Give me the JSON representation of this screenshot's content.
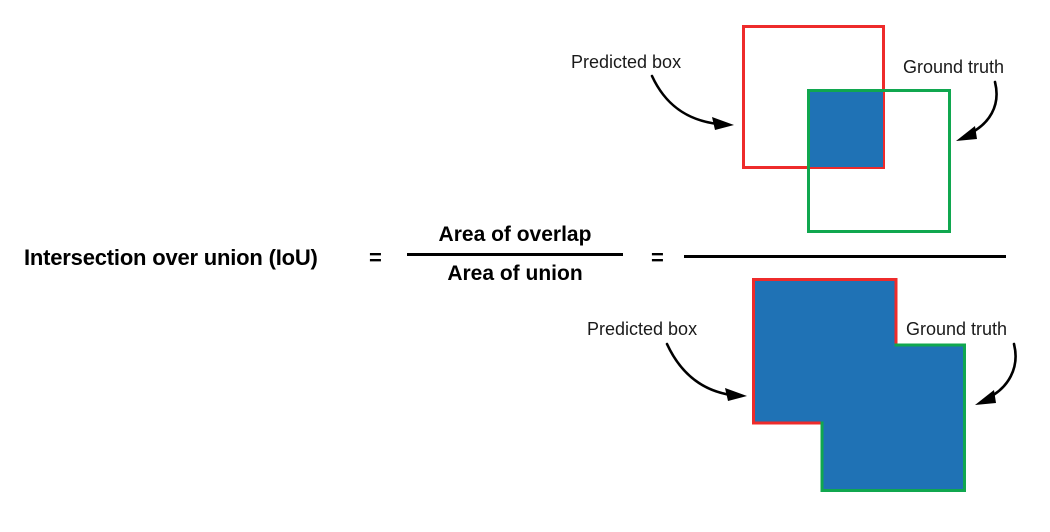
{
  "diagram": {
    "title_text": "Intersection over union (IoU)",
    "equals_1": "=",
    "equals_2": "=",
    "fraction": {
      "numerator": "Area of overlap",
      "denominator": "Area of union"
    },
    "labels": {
      "predicted_box_top": "Predicted box",
      "ground_truth_top": "Ground truth",
      "predicted_box_bottom": "Predicted box",
      "ground_truth_bottom": "Ground truth"
    },
    "colors": {
      "predicted_box_stroke": "#ee2b2b",
      "ground_truth_stroke": "#10a74f",
      "area_fill": "#1f72b5",
      "text": "#1a1a1a",
      "rule": "#000000",
      "background": "#ffffff"
    },
    "top_diagram": {
      "caption": "overlap of predicted box and ground truth box",
      "predicted_box_rect": [
        742,
        25,
        143,
        144
      ],
      "ground_truth_rect": [
        807,
        89,
        144,
        144
      ],
      "overlap_rect": [
        810,
        92,
        73,
        75
      ]
    },
    "bottom_diagram": {
      "caption": "union of predicted box and ground truth box",
      "predicted_box_rect": [
        752,
        278,
        143,
        144
      ],
      "ground_truth_rect": [
        820,
        345,
        144,
        144
      ]
    }
  }
}
